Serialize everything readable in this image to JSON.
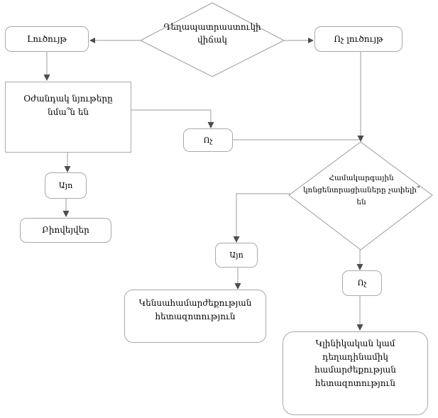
{
  "flowchart": {
    "nodes": {
      "drug_state": {
        "label": "Դեղապատրաստուկի վիճակ",
        "type": "decision"
      },
      "solution": {
        "label": "Լուծույթ",
        "type": "box"
      },
      "not_solution": {
        "label": "Ոչ լուծույթ",
        "type": "box"
      },
      "excipients_similar": {
        "label": "Օժանդակ նյութերը նմա՞ն են",
        "type": "box"
      },
      "no_1": {
        "label": "Ոչ",
        "type": "box"
      },
      "yes_1": {
        "label": "Այո",
        "type": "box"
      },
      "biowaiver": {
        "label": "Բիովեյվեր",
        "type": "box"
      },
      "systemic_concentrations": {
        "label": "Համակարգային կոնցենտրացիաները չափելի՞ են",
        "type": "decision"
      },
      "yes_2": {
        "label": "Այո",
        "type": "box"
      },
      "no_2": {
        "label": "Ոչ",
        "type": "box"
      },
      "bioequivalence_study": {
        "label": "Կենսահամարժեքության հետազոտություն",
        "type": "box"
      },
      "clinical_study": {
        "label": "Կլինիկական կամ դեղադինամիկ համարժեքության հետազոտություն",
        "type": "box"
      }
    },
    "colors": {
      "line": "#9b9b9b",
      "box_border": "#a9a9a9",
      "arrowhead": "#4d4d4d",
      "text": "#000000",
      "background": "#ffffff"
    }
  }
}
